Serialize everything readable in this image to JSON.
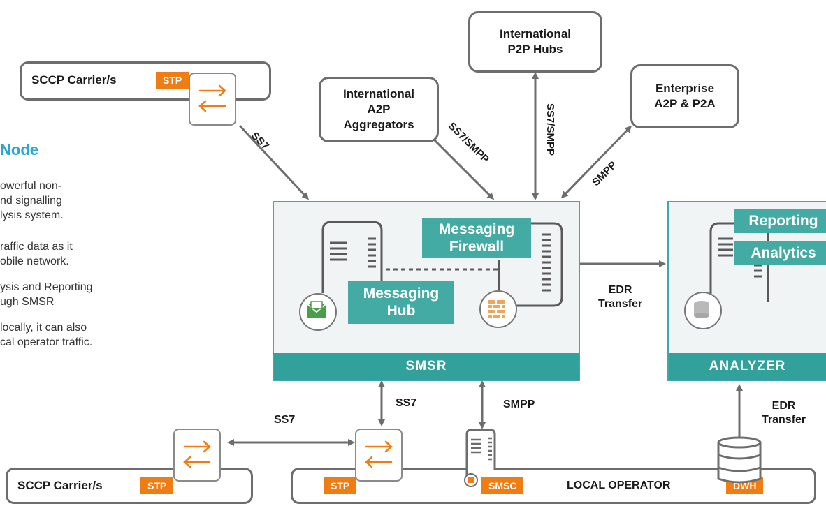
{
  "left_text": {
    "title": "Node",
    "paragraphs": [
      "owerful non-",
      "nd signalling",
      "lysis system.",
      "raffic data as it",
      "obile network.",
      "ysis and Reporting",
      "ugh SMSR",
      "locally, it can also",
      "cal operator traffic."
    ]
  },
  "nodes": {
    "sccp_top": {
      "label": "SCCP Carrier/s",
      "tag": "STP"
    },
    "sccp_bottom": {
      "label": "SCCP Carrier/s",
      "tag": "STP"
    },
    "intl_a2p": "International\nA2P\nAggregators",
    "intl_p2p": "International\nP2P Hubs",
    "enterprise": "Enterprise\nA2P & P2A",
    "local_operator": {
      "label": "LOCAL OPERATOR",
      "stp": "STP",
      "smsc": "SMSC",
      "dwh": "DWH"
    }
  },
  "smsr": {
    "bar": "SMSR",
    "firewall": "Messaging\nFirewall",
    "hub": "Messaging\nHub"
  },
  "analyzer": {
    "bar": "ANALYZER",
    "reporting": "Reporting",
    "analytics": "Analytics"
  },
  "edges": {
    "ss7_top": "SS7",
    "ss7_smpp_a2p": "SS7/SMPP",
    "ss7_smpp_p2p": "SS7/SMPP",
    "smpp_enterprise": "SMPP",
    "edr_transfer_mid": "EDR\nTransfer",
    "edr_transfer_bottom": "EDR\nTransfer",
    "ss7_smsr_stp": "SS7",
    "smpp_smsr_smsc": "SMPP",
    "ss7_bottom": "SS7"
  },
  "colors": {
    "teal": "#33a19b",
    "teal_light": "#44aaa4",
    "orange": "#f07d14",
    "blue_title": "#27a7d8",
    "panel_bg": "#f1f4f5",
    "line": "#6d6d6d"
  }
}
